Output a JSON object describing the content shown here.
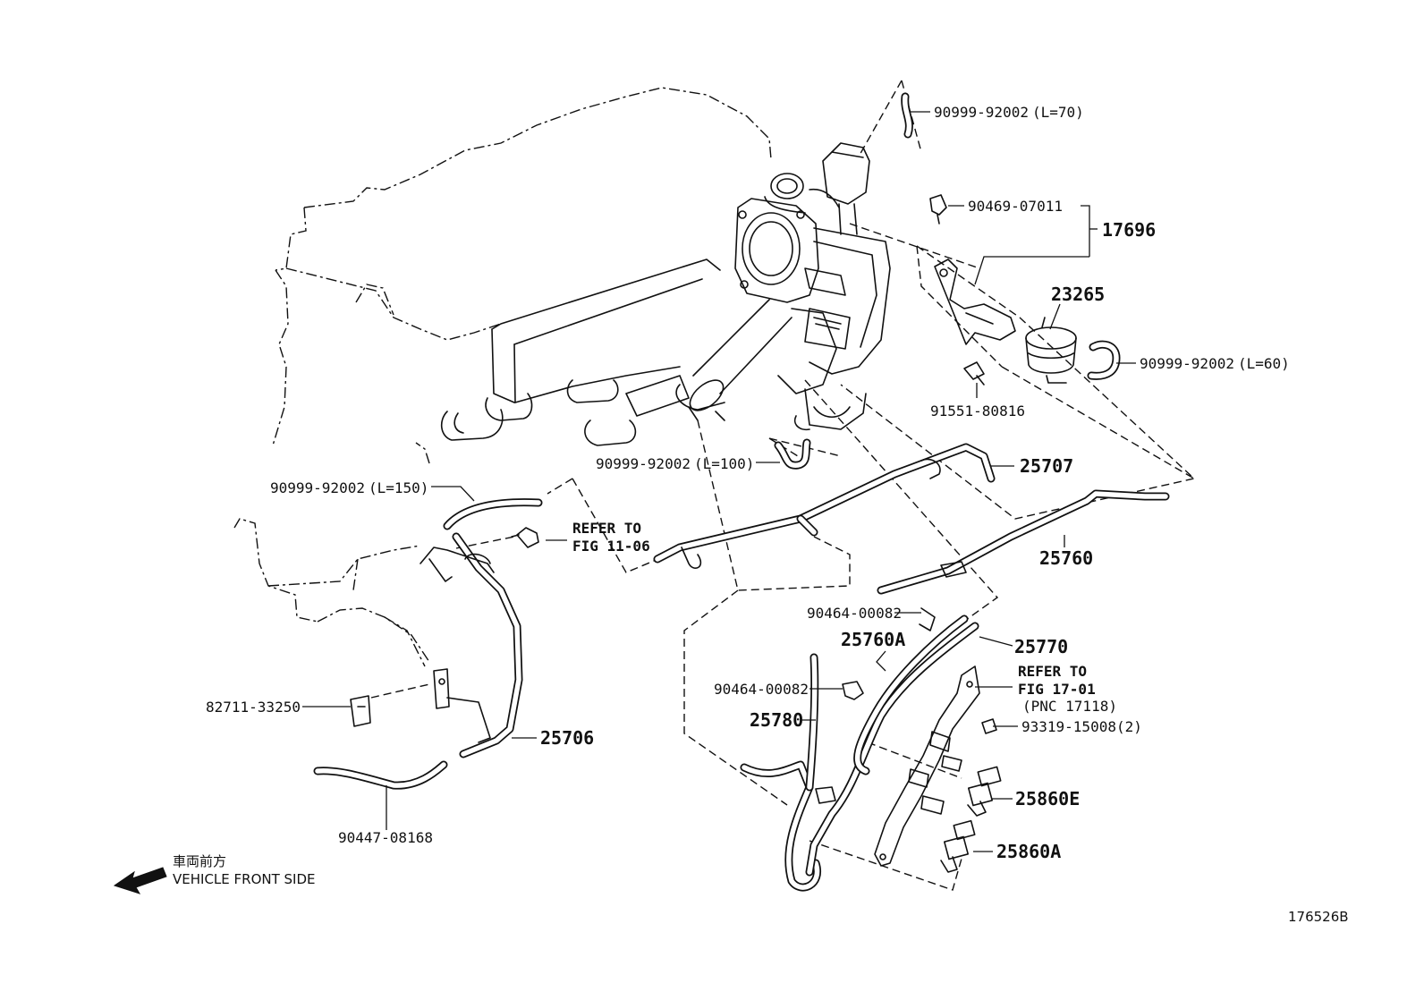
{
  "labels": {
    "p1": "90999-92002",
    "p1_len": "(L=70)",
    "p2": "90469-07011",
    "p3": "17696",
    "p4": "23265",
    "p5": "90999-92002",
    "p5_len": "(L=60)",
    "p6": "91551-80816",
    "p7": "90999-92002",
    "p7_len": "(L=100)",
    "p8": "25707",
    "p9": "90999-92002",
    "p9_len": "(L=150)",
    "p10_l1": "REFER TO",
    "p10_l2": "FIG 11-06",
    "p11": "25760",
    "p12": "90464-00082",
    "p13": "25760A",
    "p14": "25770",
    "p15_l1": "REFER TO",
    "p15_l2": "FIG 17-01",
    "p15_l3": "(PNC 17118)",
    "p16": "90464-00082",
    "p17": "93319-15008(2)",
    "p18": "25780",
    "p19": "82711-33250",
    "p20": "25706",
    "p21": "25860E",
    "p22": "25860A",
    "p23": "90447-08168"
  },
  "front": {
    "jp": "車両前方",
    "en": "VEHICLE FRONT SIDE"
  },
  "illustration_no": "176526B"
}
